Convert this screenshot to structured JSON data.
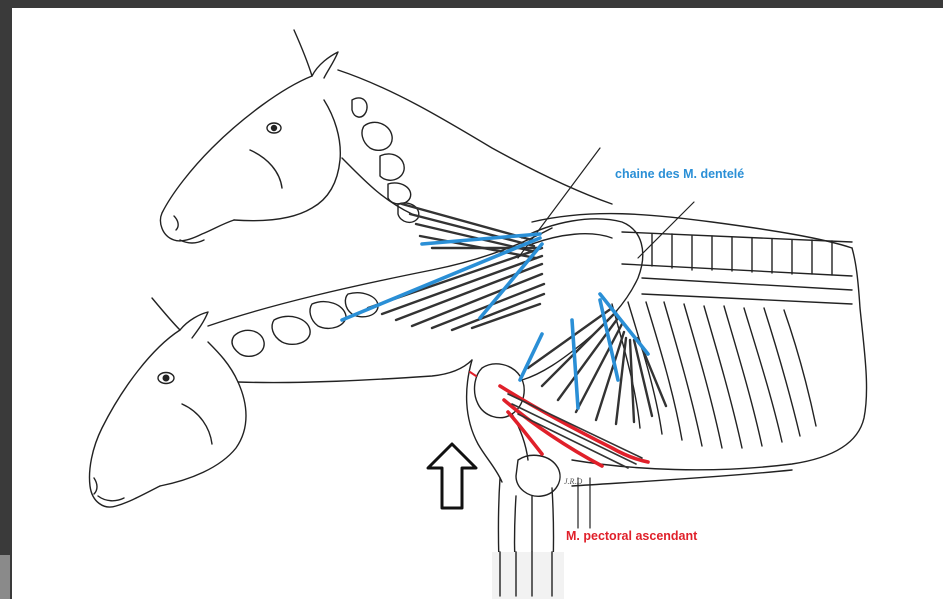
{
  "labels": {
    "serratus_chain": "chaine des M. dentelé",
    "ascending_pectoral": "M. pectoral ascendant",
    "signature": "J.R.D"
  },
  "colors": {
    "serratus": "#2a8fd6",
    "pectoral": "#e0202a",
    "outline": "#222222",
    "background": "#ffffff",
    "frame": "#3a3a3a"
  },
  "icons": {
    "arrow": "up-arrow-icon"
  }
}
